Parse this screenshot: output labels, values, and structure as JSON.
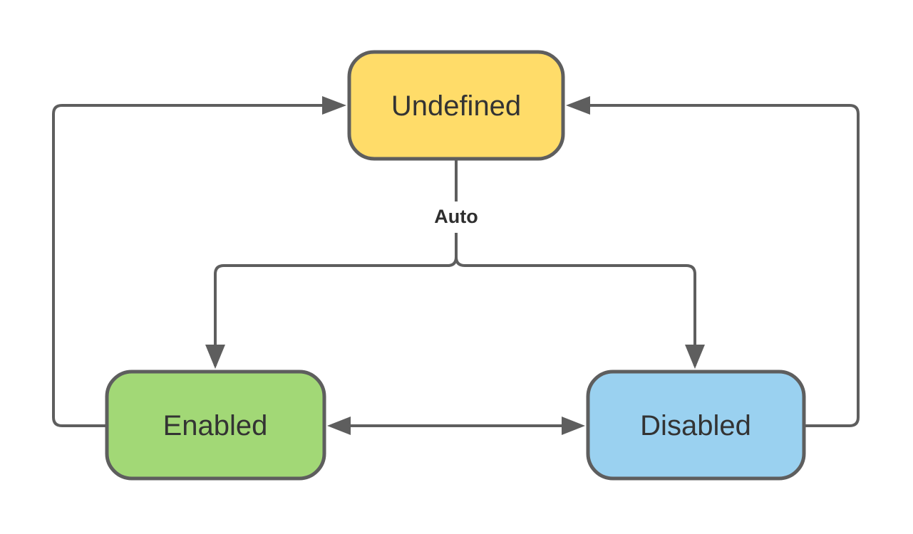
{
  "diagram": {
    "type": "state-diagram",
    "nodes": {
      "undefined": {
        "label": "Undefined",
        "fill": "#FFDC69"
      },
      "enabled": {
        "label": "Enabled",
        "fill": "#A2D876"
      },
      "disabled": {
        "label": "Disabled",
        "fill": "#9AD1F0"
      }
    },
    "edge_labels": {
      "auto": "Auto"
    },
    "colors": {
      "line": "#5E5E5E",
      "node_border": "#5E5E5E",
      "text": "#333333",
      "background": "#FFFFFF"
    },
    "edges": [
      {
        "from": "undefined",
        "to": "enabled",
        "label": "Auto"
      },
      {
        "from": "undefined",
        "to": "disabled",
        "label": "Auto"
      },
      {
        "from": "enabled",
        "to": "undefined",
        "label": ""
      },
      {
        "from": "disabled",
        "to": "undefined",
        "label": ""
      },
      {
        "from": "enabled",
        "to": "disabled",
        "label": "",
        "bidirectional": true
      }
    ]
  }
}
